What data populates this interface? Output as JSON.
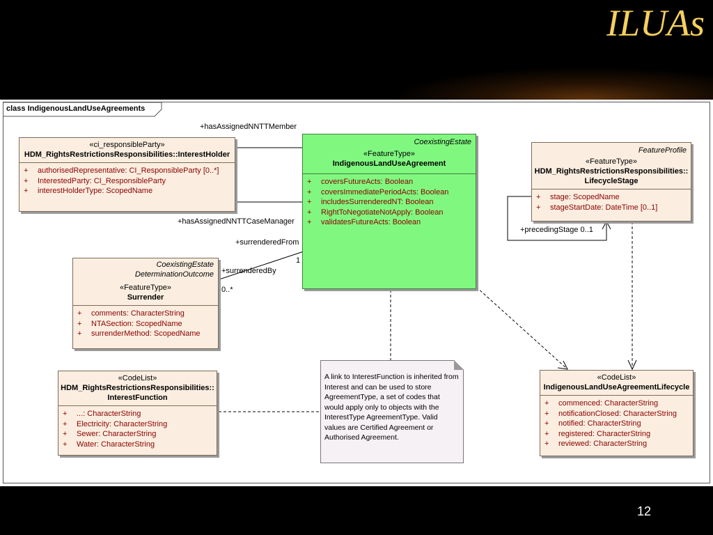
{
  "slide": {
    "title": "ILUAs",
    "page_number": "12"
  },
  "frame": {
    "label": "class IndigenousLandUseAgreements"
  },
  "classes": {
    "interest_holder": {
      "stereotype": "«ci_responsibleParty»",
      "name": "HDM_RightsRestrictionsResponsibilities::InterestHolder",
      "attrs": [
        {
          "sign": "+",
          "text": "authorisedRepresentative:  CI_ResponsibleParty [0..*]"
        },
        {
          "sign": "+",
          "text": "InterestedParty:  CI_ResponsibleParty"
        },
        {
          "sign": "+",
          "text": "interestHolderType:  ScopedName"
        }
      ]
    },
    "ilua": {
      "package": "CoexistingEstate",
      "stereotype": "«FeatureType»",
      "name": "IndigenousLandUseAgreement",
      "attrs": [
        {
          "sign": "+",
          "text": "coversFutureActs:  Boolean"
        },
        {
          "sign": "+",
          "text": "coversImmediatePeriodActs:  Boolean"
        },
        {
          "sign": "+",
          "text": "includesSurrenderedNT:  Boolean"
        },
        {
          "sign": "+",
          "text": "RightToNegotiateNotApply:  Boolean"
        },
        {
          "sign": "+",
          "text": "validatesFutureActs:  Boolean"
        }
      ]
    },
    "lifecycle_stage": {
      "package": "FeatureProfile",
      "stereotype": "«FeatureType»",
      "name_line1": "HDM_RightsRestrictionsResponsibilities::",
      "name_line2": "LifecycleStage",
      "attrs": [
        {
          "sign": "+",
          "text": "stage:  ScopedName"
        },
        {
          "sign": "+",
          "text": "stageStartDate:  DateTime [0..1]"
        }
      ]
    },
    "surrender": {
      "package_line1": "CoexistingEstate",
      "package_line2": "DeterminationOutcome",
      "stereotype": "«FeatureType»",
      "name": "Surrender",
      "attrs": [
        {
          "sign": "+",
          "text": "comments:  CharacterString"
        },
        {
          "sign": "+",
          "text": "NTASection:  ScopedName"
        },
        {
          "sign": "+",
          "text": "surrenderMethod:  ScopedName"
        }
      ]
    },
    "interest_function": {
      "stereotype": "«CodeList»",
      "name_line1": "HDM_RightsRestrictionsResponsibilities::",
      "name_line2": "InterestFunction",
      "attrs": [
        {
          "sign": "+",
          "text": "...:  CharacterString"
        },
        {
          "sign": "+",
          "text": "Electricity:  CharacterString"
        },
        {
          "sign": "+",
          "text": "Sewer:  CharacterString"
        },
        {
          "sign": "+",
          "text": "Water:  CharacterString"
        }
      ]
    },
    "ilua_lifecycle": {
      "stereotype": "«CodeList»",
      "name": "IndigenousLandUseAgreementLifecycle",
      "attrs": [
        {
          "sign": "+",
          "text": "commenced:  CharacterString"
        },
        {
          "sign": "+",
          "text": "notificationClosed:  CharacterString"
        },
        {
          "sign": "+",
          "text": "notified:  CharacterString"
        },
        {
          "sign": "+",
          "text": "registered:  CharacterString"
        },
        {
          "sign": "+",
          "text": "reviewed:  CharacterString"
        }
      ]
    }
  },
  "roles": {
    "nntt_member": "+hasAssignedNNTTMember",
    "nntt_case_manager": "+hasAssignedNNTTCaseManager",
    "surrendered_from": "+surrenderedFrom",
    "surrendered_by": "+surrenderedBy",
    "mult_one": "1",
    "mult_many": "0..*",
    "preceding_stage": "+precedingStage 0..1"
  },
  "note": {
    "text": "A link to InterestFunction is inherited from Interest and can be used to store AgreementType, a set of codes that would apply only to objects with the InterestType AgreementType.  Valid values are Certified Agreement or Authorised Agreement."
  }
}
